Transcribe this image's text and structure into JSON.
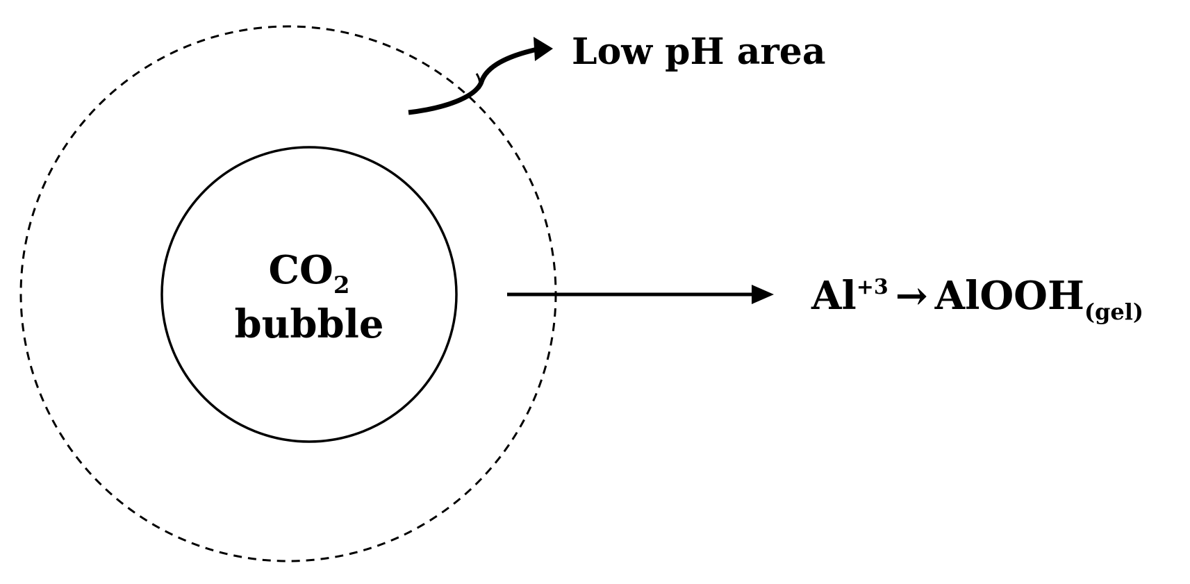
{
  "diagram": {
    "colors": {
      "stroke": "#000000",
      "background": "#ffffff"
    },
    "bubble": {
      "main": "CO",
      "subscript": "2",
      "line2": "bubble"
    },
    "low_ph_label": "Low pH area",
    "reaction": {
      "reactant": "Al",
      "charge": "+3",
      "arrow": "→",
      "product": "AlOOH",
      "state": "(gel)"
    }
  }
}
